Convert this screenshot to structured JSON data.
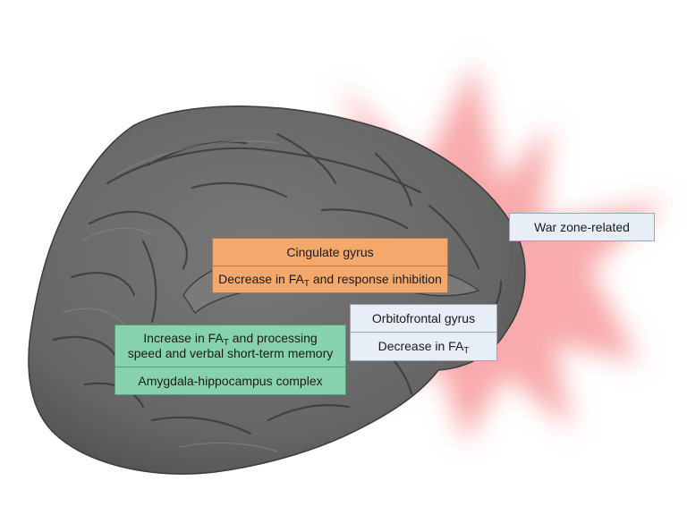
{
  "labels": {
    "war_zone": "War zone-related",
    "cingulate_title": "Cingulate gyrus",
    "cingulate_finding": {
      "pre": "Decrease in FA",
      "sub": "T",
      "post": " and response inhibition"
    },
    "orbitofrontal_title": "Orbitofrontal gyrus",
    "orbitofrontal_finding": {
      "pre": "Decrease in FA",
      "sub": "T",
      "post": ""
    },
    "amygdala_finding": {
      "pre": "Increase in FA",
      "sub": "T",
      "post": " and processing",
      "line2": "speed and verbal short-term memory"
    },
    "amygdala_title": "Amygdala-hippocampus complex"
  },
  "colors": {
    "brain": "#6b6b6b",
    "brain_dark": "#4a4a4a",
    "burst": "#f7a1a3",
    "cingulate_box": "#f5a86c",
    "amygdala_box": "#86d2ac",
    "war_zone_box": "#e7eef5"
  },
  "icons": [
    "explosion-burst-icon",
    "brain-medial-view-icon"
  ]
}
